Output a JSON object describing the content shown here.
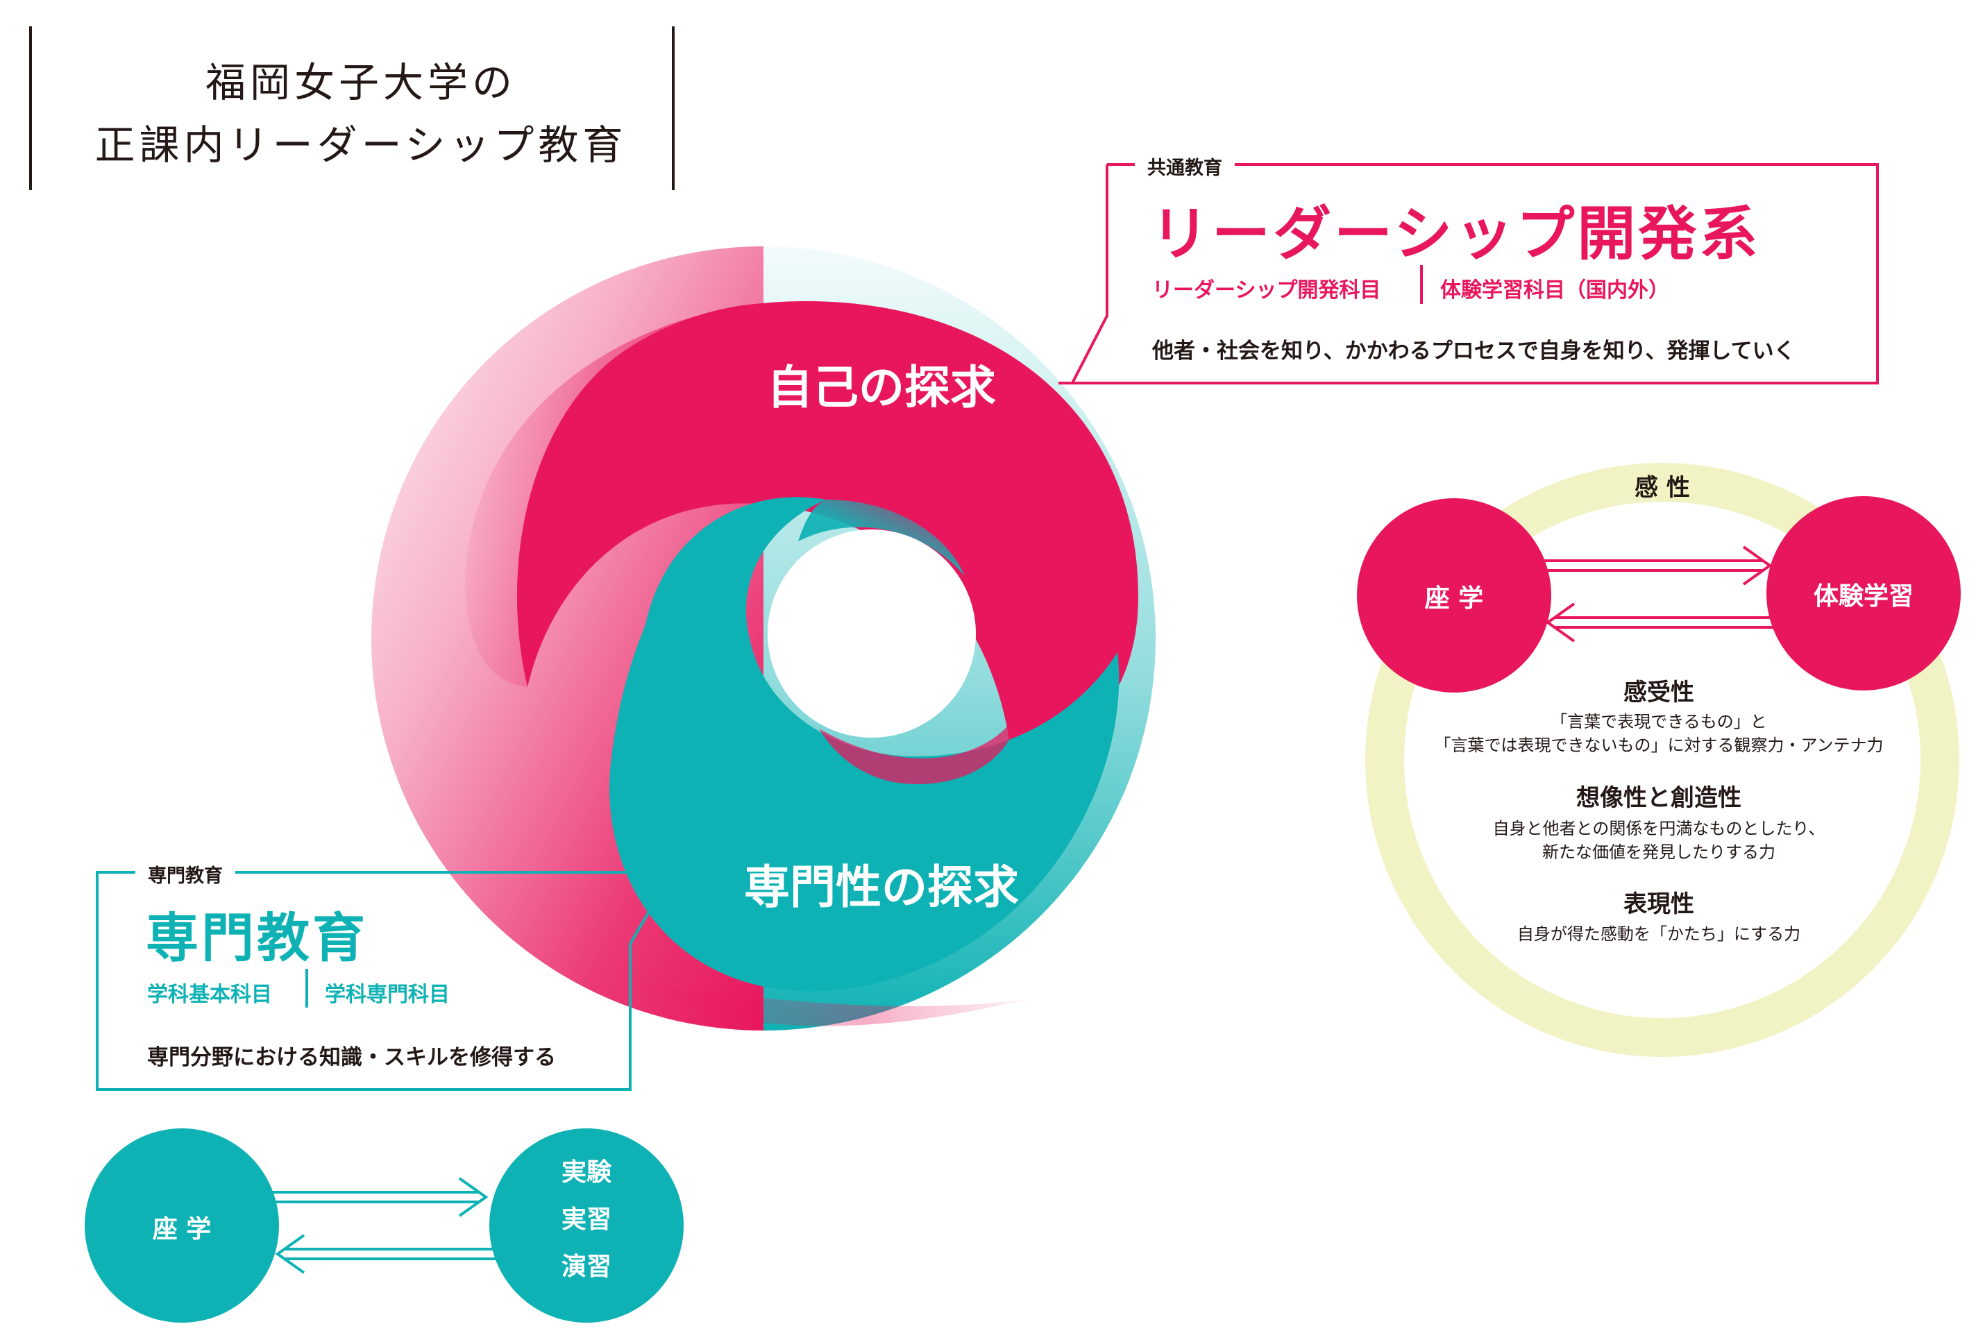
{
  "title": {
    "line1": "福岡女子大学の",
    "line2": "正課内リーダーシップ教育"
  },
  "colors": {
    "pink": "#E8175D",
    "teal": "#0FB2B4",
    "ring": "#F1F3C4",
    "text": "#231815"
  },
  "swirl": {
    "top_label": "自己の探求",
    "bottom_label": "専門性の探求"
  },
  "leadership": {
    "tag": "共通教育",
    "title": "リーダーシップ開発系",
    "sub1": "リーダーシップ開発科目",
    "sub2": "体験学習科目（国内外）",
    "description": "他者・社会を知り、かかわるプロセスで自身を知り、発揮していく"
  },
  "specialist": {
    "tag": "専門教育",
    "title": "専門教育",
    "sub1": "学科基本科目",
    "sub2": "学科専門科目",
    "description": "専門分野における知識・スキルを修得する"
  },
  "right_panel": {
    "ring_label": "感 性",
    "left_circle": "座 学",
    "right_circle": "体験学習",
    "items": [
      {
        "heading": "感受性",
        "lines": [
          "「言葉で表現できるもの」と",
          "「言葉では表現できないもの」に対する観察力・アンテナ力"
        ]
      },
      {
        "heading": "想像性と創造性",
        "lines": [
          "自身と他者との関係を円満なものとしたり、",
          "新たな価値を発見したりする力"
        ]
      },
      {
        "heading": "表現性",
        "lines": [
          "自身が得た感動を「かたち」にする力"
        ]
      }
    ]
  },
  "bottom_panel": {
    "left_circle": "座 学",
    "right_circle": [
      "実験",
      "実習",
      "演習"
    ]
  }
}
